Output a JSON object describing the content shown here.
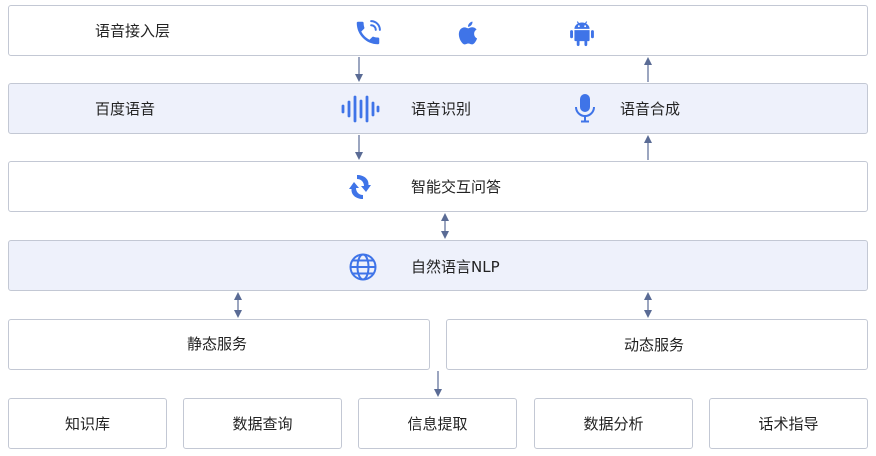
{
  "layers": {
    "access": {
      "label": "语音接入层"
    },
    "baidu": {
      "label": "百度语音",
      "recognition": "语音识别",
      "synthesis": "语音合成"
    },
    "interaction": {
      "label": "智能交互问答"
    },
    "nlp": {
      "label": "自然语言NLP"
    },
    "static_service": {
      "label": "静态服务"
    },
    "dynamic_service": {
      "label": "动态服务"
    }
  },
  "bottom_items": [
    "知识库",
    "数据查询",
    "信息提取",
    "数据分析",
    "话术指导"
  ],
  "colors": {
    "accent": "#3f74e8",
    "arrow": "#5a6b95",
    "border": "#c3c8d4",
    "tint": "#eef1fb"
  },
  "icons": {
    "access": [
      "phone-icon",
      "apple-icon",
      "android-icon"
    ],
    "recognition": "sound-wave-icon",
    "synthesis": "microphone-icon",
    "interaction": "refresh-arrows-icon",
    "nlp": "globe-icon"
  }
}
